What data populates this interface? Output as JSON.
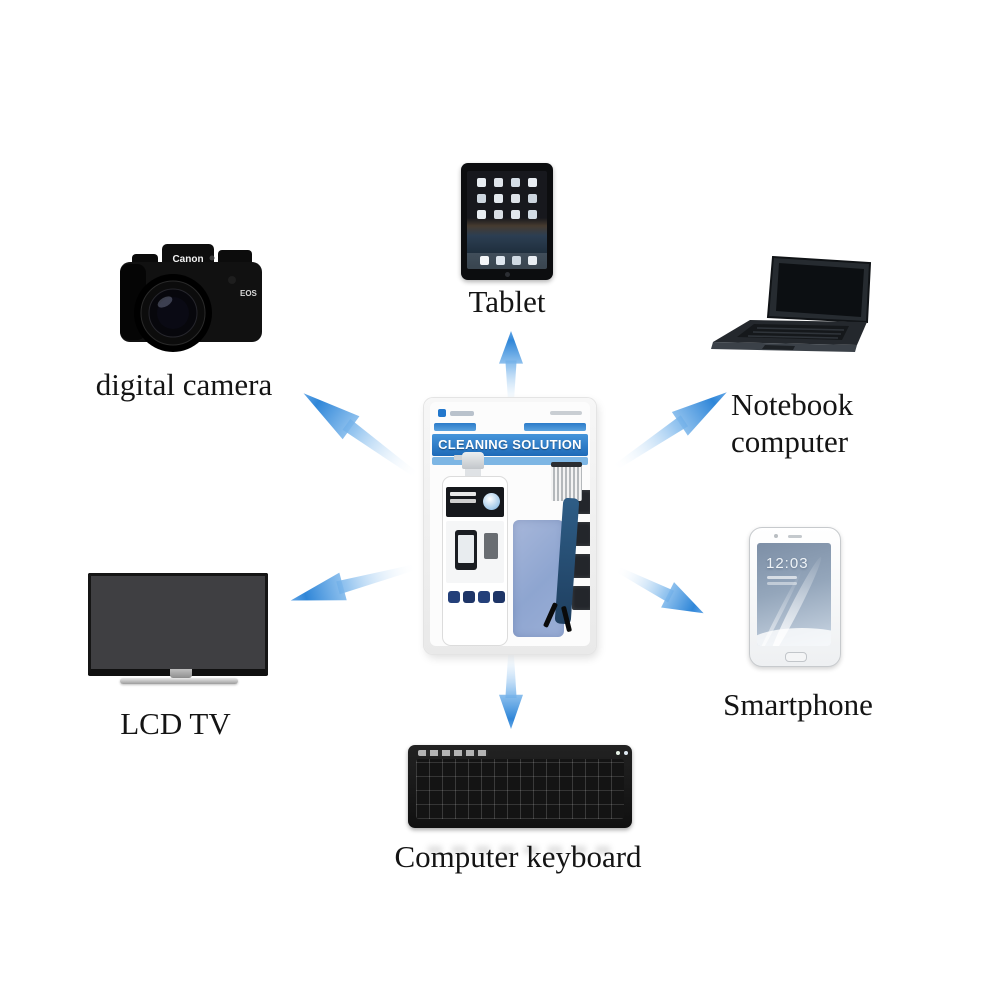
{
  "package": {
    "banner_text": "CLEANING SOLUTION"
  },
  "devices": {
    "camera": {
      "label": "digital camera",
      "brand": "Canon",
      "model": "EOS"
    },
    "tablet": {
      "label": "Tablet"
    },
    "notebook": {
      "label": "Notebook\ncomputer"
    },
    "smartphone": {
      "label": "Smartphone",
      "screen_clock": "12:03"
    },
    "keyboard": {
      "label": "Computer keyboard"
    },
    "tv": {
      "label": "LCD TV"
    }
  },
  "arrows": [
    {
      "target": "tablet",
      "direction": "up"
    },
    {
      "target": "notebook-computer",
      "direction": "up-right"
    },
    {
      "target": "smartphone",
      "direction": "down-right"
    },
    {
      "target": "computer-keyboard",
      "direction": "down"
    },
    {
      "target": "lcd-tv",
      "direction": "down-left"
    },
    {
      "target": "digital-camera",
      "direction": "up-left"
    }
  ],
  "colors": {
    "background": "#ffffff",
    "arrow_blue": "#2f86d8",
    "banner_blue": "#2277c8",
    "cloth_blue": "#93a9d4",
    "label_text": "#141414"
  }
}
